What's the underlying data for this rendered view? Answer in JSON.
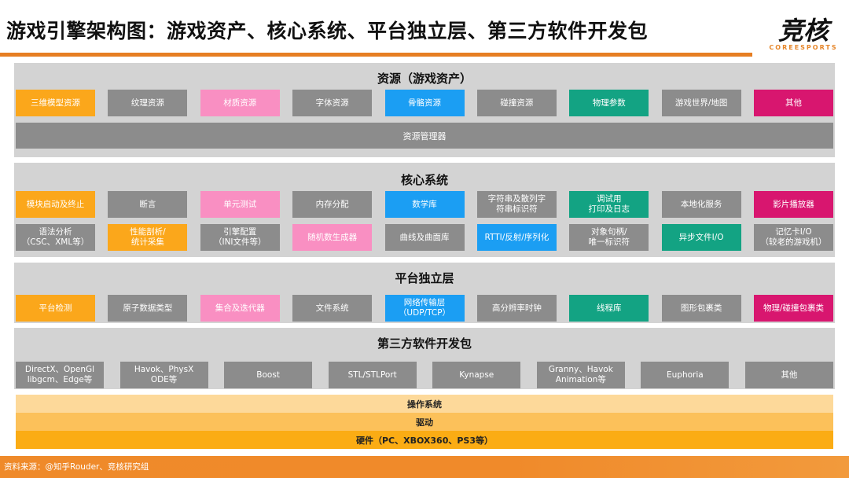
{
  "title": "游戏引擎架构图：游戏资产、核心系统、平台独立层、第三方软件开发包",
  "logo": {
    "cn": "竞核",
    "en": "COREESPORTS"
  },
  "colors": {
    "orange": "#fba71b",
    "gray": "#8c8c8c",
    "pink": "#f98fc2",
    "blue": "#1b9ef3",
    "green": "#13a383",
    "magenta": "#d8166f"
  },
  "resources": {
    "title": "资源（游戏资产）",
    "items": [
      {
        "label": "三维模型资源",
        "c": "o"
      },
      {
        "label": "纹理资源",
        "c": "g"
      },
      {
        "label": "材质资源",
        "c": "p"
      },
      {
        "label": "字体资源",
        "c": "g"
      },
      {
        "label": "骨骼资源",
        "c": "bl"
      },
      {
        "label": "碰撞资源",
        "c": "g"
      },
      {
        "label": "物理参数",
        "c": "gr"
      },
      {
        "label": "游戏世界/地图",
        "c": "g"
      },
      {
        "label": "其他",
        "c": "m"
      }
    ],
    "manager": "资源管理器"
  },
  "core": {
    "title": "核心系统",
    "row1": [
      {
        "label": "模块启动及终止",
        "c": "o"
      },
      {
        "label": "断言",
        "c": "g"
      },
      {
        "label": "单元测试",
        "c": "p"
      },
      {
        "label": "内存分配",
        "c": "g"
      },
      {
        "label": "数学库",
        "c": "bl"
      },
      {
        "label": "字符串及散列字\n符串标识符",
        "c": "g"
      },
      {
        "label": "调试用\n打印及日志",
        "c": "gr"
      },
      {
        "label": "本地化服务",
        "c": "g"
      },
      {
        "label": "影片播放器",
        "c": "m"
      }
    ],
    "row2": [
      {
        "label": "语法分析\n（CSC、XML等）",
        "c": "g"
      },
      {
        "label": "性能剖析/\n统计采集",
        "c": "o"
      },
      {
        "label": "引擎配置\n（INI文件等）",
        "c": "g"
      },
      {
        "label": "随机数生成器",
        "c": "p"
      },
      {
        "label": "曲线及曲面库",
        "c": "g"
      },
      {
        "label": "RTTI/反射/序列化",
        "c": "bl"
      },
      {
        "label": "对象句柄/\n唯一标识符",
        "c": "g"
      },
      {
        "label": "异步文件I/O",
        "c": "gr"
      },
      {
        "label": "记忆卡I/O\n（较老的游戏机）",
        "c": "g"
      }
    ]
  },
  "platform": {
    "title": "平台独立层",
    "items": [
      {
        "label": "平台检测",
        "c": "o"
      },
      {
        "label": "原子数据类型",
        "c": "g"
      },
      {
        "label": "集合及迭代器",
        "c": "p"
      },
      {
        "label": "文件系统",
        "c": "g"
      },
      {
        "label": "网络传输层\n（UDP/TCP）",
        "c": "bl"
      },
      {
        "label": "高分辨率时钟",
        "c": "g"
      },
      {
        "label": "线程库",
        "c": "gr"
      },
      {
        "label": "图形包裹类",
        "c": "g"
      },
      {
        "label": "物理/碰撞包裹类",
        "c": "m"
      }
    ]
  },
  "sdk": {
    "title": "第三方软件开发包",
    "items": [
      {
        "label": "DirectX、OpenGl\nlibgcm、Edge等",
        "c": "g"
      },
      {
        "label": "Havok、PhysX\nODE等",
        "c": "g"
      },
      {
        "label": "Boost",
        "c": "g"
      },
      {
        "label": "STL/STLPort",
        "c": "g"
      },
      {
        "label": "Kynapse",
        "c": "g"
      },
      {
        "label": "Granny、Havok\nAnimation等",
        "c": "g"
      },
      {
        "label": "Euphoria",
        "c": "g"
      },
      {
        "label": "其他",
        "c": "g"
      }
    ]
  },
  "layers": {
    "os": "操作系统",
    "driver": "驱动",
    "hardware": "硬件（PC、XBOX360、PS3等）"
  },
  "footer": "资料来源：@知乎Rouder、竞核研究组"
}
